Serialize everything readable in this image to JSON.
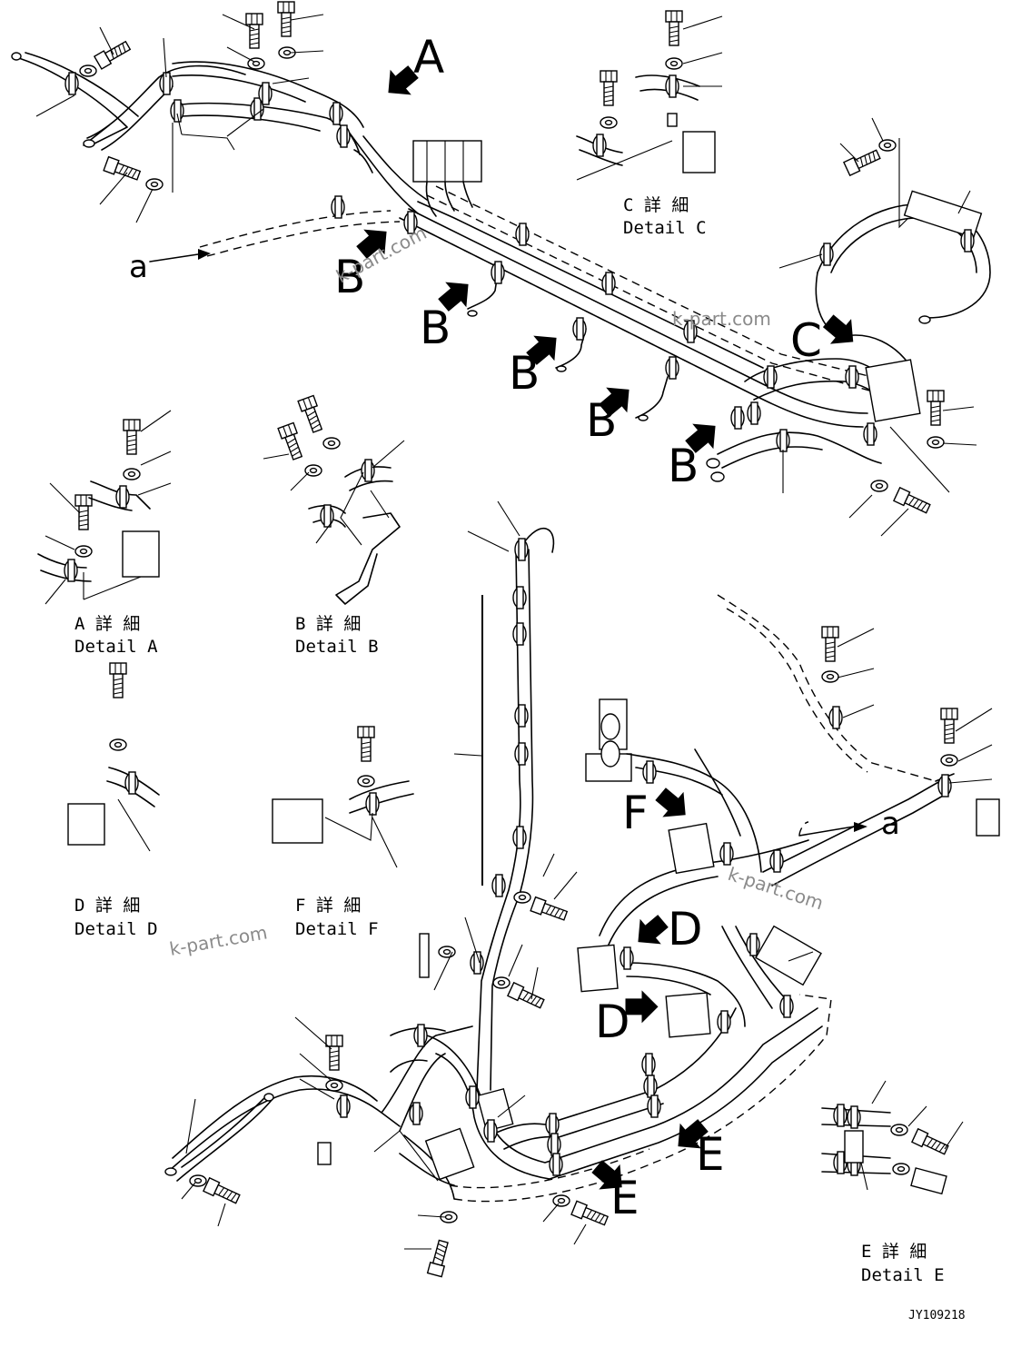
{
  "callouts": {
    "A": "A",
    "B": "B",
    "C": "C",
    "D": "D",
    "E": "E",
    "F": "F",
    "a": "a"
  },
  "details": {
    "A": {
      "jp": "A 詳 細",
      "en": "Detail A"
    },
    "B": {
      "jp": "B 詳 細",
      "en": "Detail B"
    },
    "C": {
      "jp": "C 詳 細",
      "en": "Detail C"
    },
    "D": {
      "jp": "D 詳 細",
      "en": "Detail D"
    },
    "E": {
      "jp": "E 詳 細",
      "en": "Detail E"
    },
    "F": {
      "jp": "F 詳 細",
      "en": "Detail F"
    }
  },
  "watermark": "k-part.com",
  "drawing_code": "JY109218"
}
